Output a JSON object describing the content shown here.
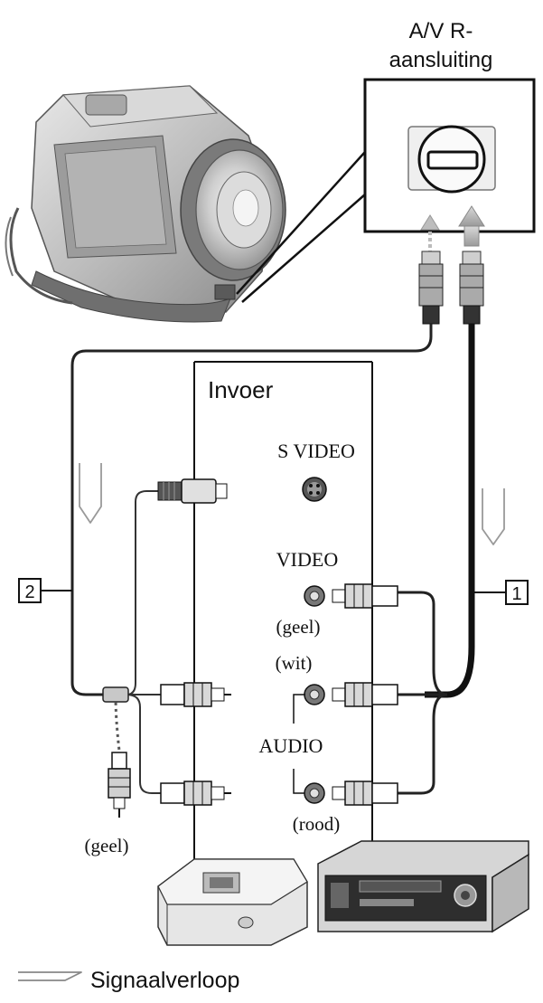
{
  "labels": {
    "port_line1": "A/V R-",
    "port_line2": "aansluiting",
    "input": "Invoer",
    "s_video": "S VIDEO",
    "video": "VIDEO",
    "geel_video": "(geel)",
    "wit": "(wit)",
    "audio": "AUDIO",
    "rood": "(rood)",
    "geel_plug": "(geel)",
    "signal_flow": "Signaalverloop"
  },
  "callouts": {
    "cable_1": "1",
    "cable_2": "2"
  }
}
